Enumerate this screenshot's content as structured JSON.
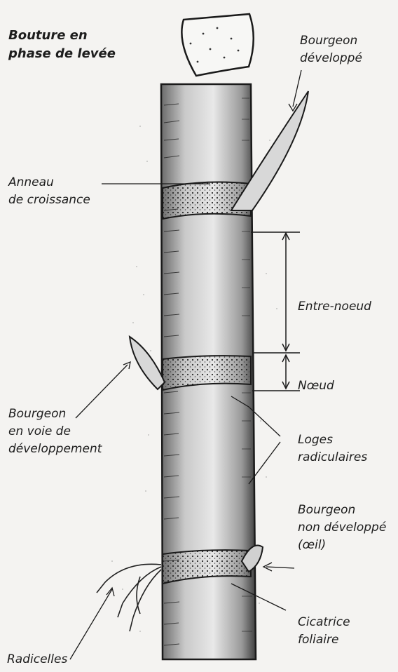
{
  "title": "Bouture en\nphase de levée",
  "labels": {
    "bourgeon_developpe": "Bourgeon\ndéveloppé",
    "anneau": "Anneau\nde croissance",
    "entre_noeud": "Entre-noeud",
    "noeud": "Nœud",
    "bourgeon_voie": "Bourgeon\nen voie de\ndéveloppement",
    "loges": "Loges\nradiculaires",
    "bourgeon_non": "Bourgeon\nnon développé\n(œil)",
    "cicatrice": "Cicatrice\nfoliaire",
    "radicelles": "Radicelles"
  }
}
